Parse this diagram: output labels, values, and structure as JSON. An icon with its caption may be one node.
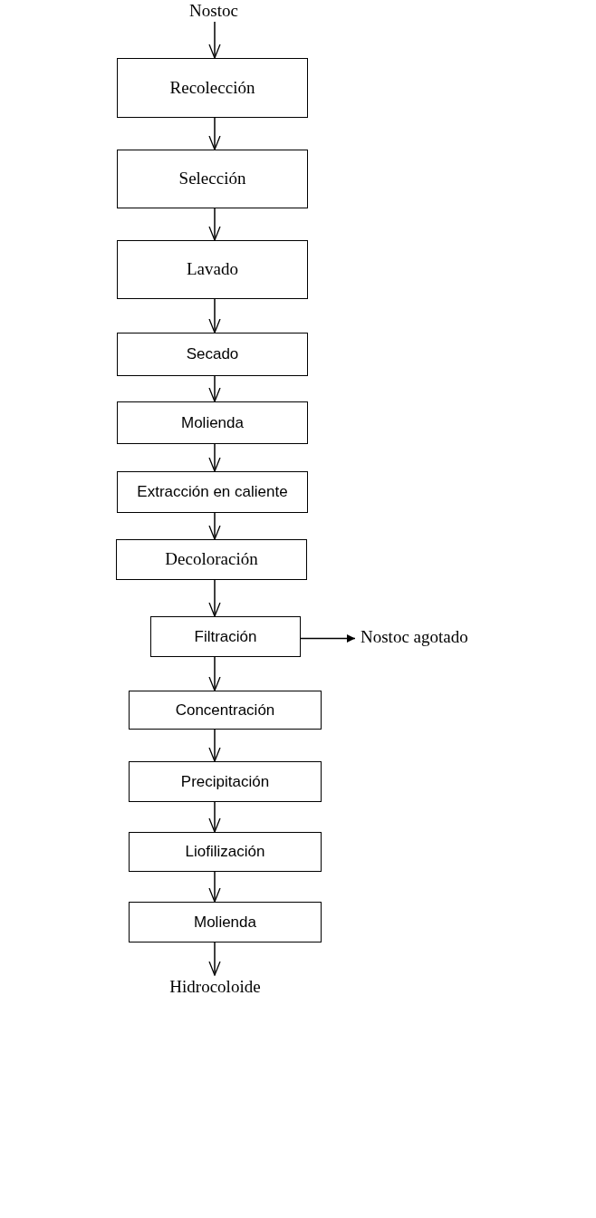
{
  "diagram": {
    "nodes": [
      {
        "text": [
          "Nostoc"
        ]
      },
      {
        "text": [
          "Recolección"
        ]
      },
      {
        "text": [
          "Selección"
        ]
      },
      {
        "text": [
          "Lavado"
        ]
      },
      {
        "text": [
          "Secado"
        ]
      },
      {
        "text": [
          "Molienda"
        ]
      },
      {
        "text": [
          "Extracción en caliente"
        ]
      },
      {
        "text": [
          "Decoloración"
        ]
      },
      {
        "text": [
          "Filtración"
        ]
      },
      {
        "text": [
          "Nostoc agotado"
        ]
      },
      {
        "text": [
          "Concentración"
        ]
      },
      {
        "text": [
          "Precipitación"
        ]
      },
      {
        "text": [
          "Liofilización"
        ]
      },
      {
        "text": [
          "Molienda"
        ]
      },
      {
        "text": [
          "Hidrocoloide"
        ]
      }
    ],
    "edges": [
      {
        "from": 0,
        "to": 1,
        "arrow": "to"
      },
      {
        "from": 1,
        "to": 2,
        "arrow": "to"
      },
      {
        "from": 2,
        "to": 3,
        "arrow": "to"
      },
      {
        "from": 3,
        "to": 4,
        "arrow": "to"
      },
      {
        "from": 4,
        "to": 5,
        "arrow": "to"
      },
      {
        "from": 5,
        "to": 6,
        "arrow": "to"
      },
      {
        "from": 6,
        "to": 7,
        "arrow": "to"
      },
      {
        "from": 7,
        "to": 8,
        "arrow": "to"
      },
      {
        "from": 8,
        "to": 9,
        "arrow": "to"
      },
      {
        "from": 8,
        "to": 10,
        "arrow": "to"
      },
      {
        "from": 10,
        "to": 11,
        "arrow": "to"
      },
      {
        "from": 11,
        "to": 12,
        "arrow": "to"
      },
      {
        "from": 12,
        "to": 13,
        "arrow": "to"
      },
      {
        "from": 13,
        "to": 14,
        "arrow": "to"
      }
    ]
  }
}
